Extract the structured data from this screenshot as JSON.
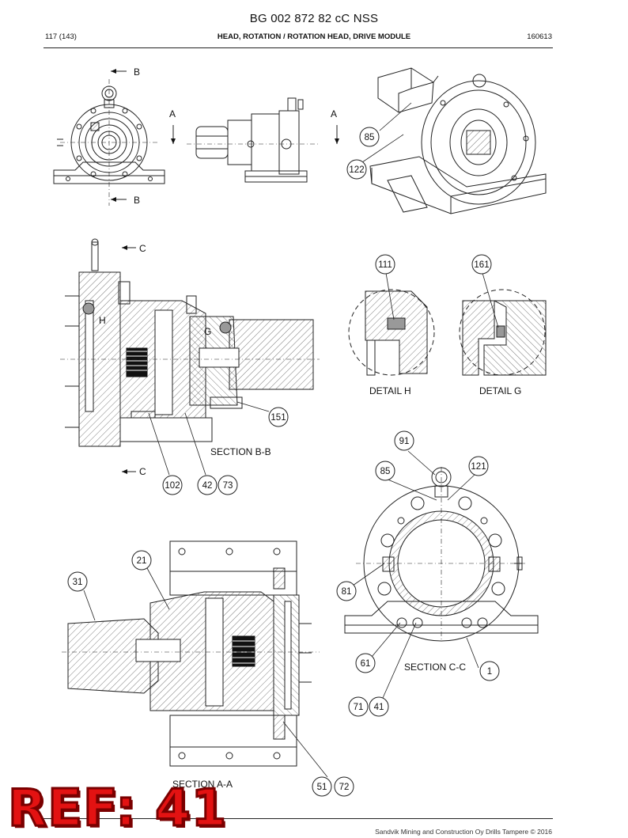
{
  "header": {
    "title": "BG 002 872 82 cC NSS",
    "page": "117 (143)",
    "section": "HEAD, ROTATION / ROTATION HEAD, DRIVE MODULE",
    "code": "160613"
  },
  "labels": {
    "sectionBB": "SECTION B-B",
    "sectionAA": "SECTION A-A",
    "sectionCC": "SECTION C-C",
    "detailH": "DETAIL H",
    "detailG": "DETAIL G",
    "B": "B",
    "A": "A",
    "C": "C",
    "H": "H",
    "G": "G"
  },
  "callouts": {
    "c85a": "85",
    "c122": "122",
    "c111": "111",
    "c161": "161",
    "c151": "151",
    "c102": "102",
    "c42": "42",
    "c73": "73",
    "c91": "91",
    "c85b": "85",
    "c121": "121",
    "c81": "81",
    "c61": "61",
    "c1": "1",
    "c71": "71",
    "c41": "41",
    "c21": "21",
    "c31": "31",
    "c51": "51",
    "c72": "72"
  },
  "stamp": "REF: 41",
  "footer": "Sandvik Mining and Construction Oy Drills Tampere © 2016"
}
